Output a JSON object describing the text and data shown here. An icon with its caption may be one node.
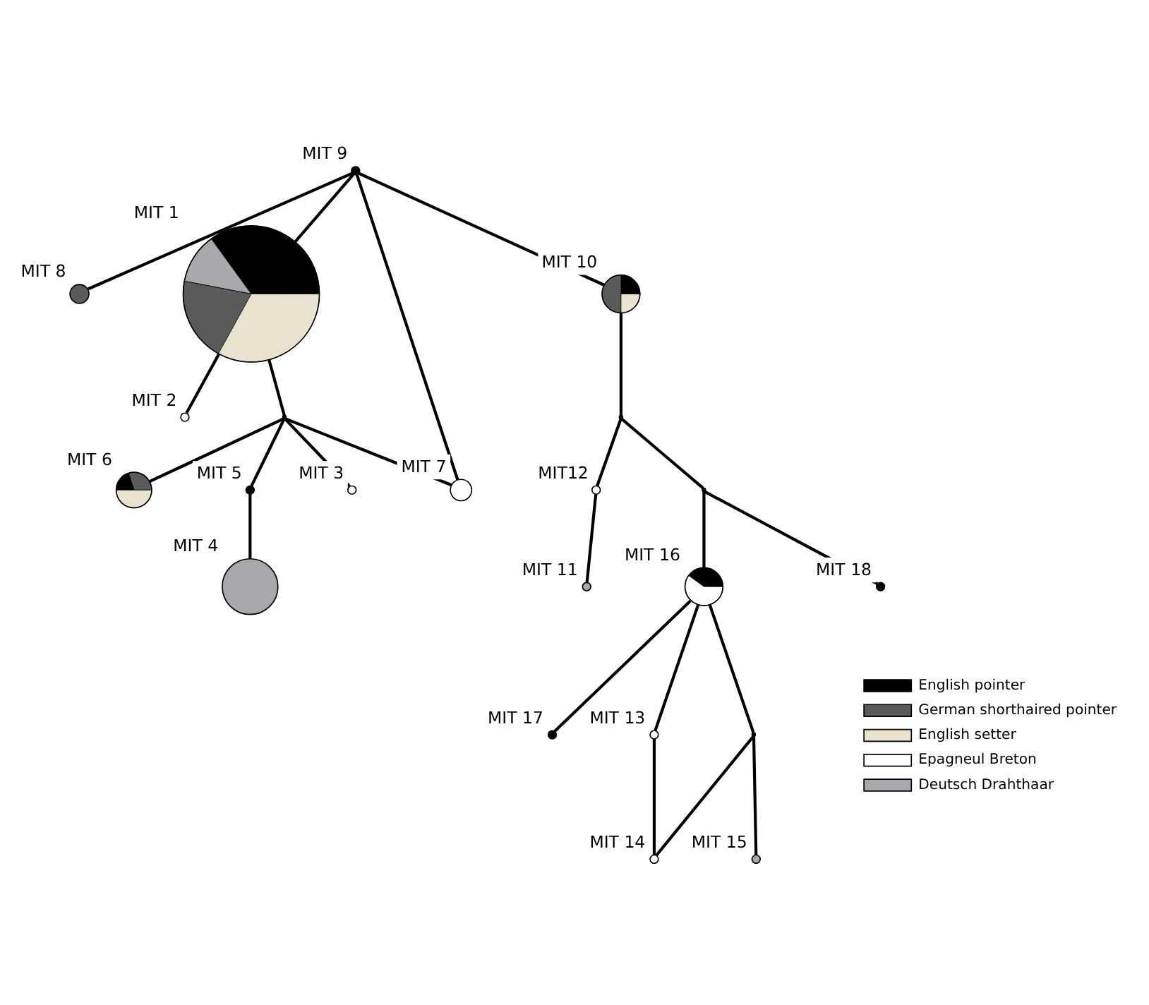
{
  "diagram": {
    "nodes": [
      {
        "text": [
          "MIT 8"
        ]
      },
      {
        "text": [
          "MIT 9"
        ]
      },
      {
        "text": [
          "MIT 1"
        ]
      },
      {
        "text": [
          "MIT 10"
        ]
      },
      {
        "text": [
          "MIT 2"
        ]
      },
      {
        "text": [],
        "shape": "point"
      },
      {
        "text": [
          "MIT 6"
        ]
      },
      {
        "text": [
          "MIT 7"
        ]
      },
      {
        "text": [
          "MIT 5"
        ]
      },
      {
        "text": [
          "MIT 4"
        ]
      },
      {
        "text": [
          "MIT 3"
        ]
      },
      {
        "text": [],
        "shape": "point"
      },
      {
        "text": [
          "MIT12"
        ]
      },
      {
        "text": [
          "MIT 11"
        ]
      },
      {
        "text": [],
        "shape": "point"
      },
      {
        "text": [
          "MIT 16"
        ]
      },
      {
        "text": [
          "MIT 18"
        ]
      },
      {
        "text": [
          "MIT 17"
        ]
      },
      {
        "text": [
          "MIT 13"
        ]
      },
      {
        "text": [],
        "shape": "point"
      },
      {
        "text": [
          "MIT 14"
        ]
      },
      {
        "text": [
          "MIT 15"
        ]
      }
    ],
    "edges": [
      {
        "from": 1,
        "to": 0,
        "arrow": "none"
      },
      {
        "from": 1,
        "to": 2,
        "arrow": "none"
      },
      {
        "from": 1,
        "to": 3,
        "arrow": "none"
      },
      {
        "from": 1,
        "to": 7,
        "arrow": "none"
      },
      {
        "from": 2,
        "to": 4,
        "arrow": "none"
      },
      {
        "from": 2,
        "to": 5,
        "arrow": "none"
      },
      {
        "from": 5,
        "to": 7,
        "arrow": "none"
      },
      {
        "from": 5,
        "to": 8,
        "arrow": "none"
      },
      {
        "from": 5,
        "to": 6,
        "arrow": "none"
      },
      {
        "from": 5,
        "to": 10,
        "arrow": "none"
      },
      {
        "from": 8,
        "to": 9,
        "arrow": "none"
      },
      {
        "from": 3,
        "to": 11,
        "arrow": "none"
      },
      {
        "from": 11,
        "to": 14,
        "arrow": "none"
      },
      {
        "from": 11,
        "to": 12,
        "arrow": "none"
      },
      {
        "from": 12,
        "to": 13,
        "arrow": "none"
      },
      {
        "from": 14,
        "to": 15,
        "arrow": "none"
      },
      {
        "from": 14,
        "to": 16,
        "arrow": "none"
      },
      {
        "from": 15,
        "to": 17,
        "arrow": "none"
      },
      {
        "from": 15,
        "to": 18,
        "arrow": "none"
      },
      {
        "from": 18,
        "to": 20,
        "arrow": "none"
      },
      {
        "from": 15,
        "to": 19,
        "arrow": "none"
      },
      {
        "from": 19,
        "to": 20,
        "arrow": "none"
      },
      {
        "from": 19,
        "to": 21,
        "arrow": "none"
      }
    ],
    "legend": [
      {
        "text": "English pointer",
        "color": "#000000"
      },
      {
        "text": "German shorthaired pointer"
      },
      {
        "text": "English setter"
      },
      {
        "text": "Epagneul Breton",
        "color": "#ffffff"
      },
      {
        "text": "Deutsch Drahthaar",
        "color": "#a7a9ac"
      }
    ]
  }
}
